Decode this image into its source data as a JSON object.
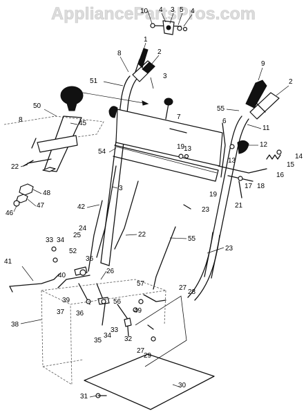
{
  "watermark": "AppliancePartsPros.com",
  "callouts": [
    {
      "id": "c10",
      "text": "10"
    },
    {
      "id": "c4a",
      "text": "4"
    },
    {
      "id": "c3a",
      "text": "3"
    },
    {
      "id": "c5",
      "text": "5"
    },
    {
      "id": "c4b",
      "text": "4"
    },
    {
      "id": "c1",
      "text": "1"
    },
    {
      "id": "c2a",
      "text": "2"
    },
    {
      "id": "c8a",
      "text": "8"
    },
    {
      "id": "c3b",
      "text": "3"
    },
    {
      "id": "c51",
      "text": "51"
    },
    {
      "id": "c9",
      "text": "9"
    },
    {
      "id": "c2b",
      "text": "2"
    },
    {
      "id": "c7",
      "text": "7"
    },
    {
      "id": "c55a",
      "text": "55"
    },
    {
      "id": "c6",
      "text": "6"
    },
    {
      "id": "c11",
      "text": "11"
    },
    {
      "id": "c50",
      "text": "50"
    },
    {
      "id": "c8b",
      "text": "8"
    },
    {
      "id": "c45",
      "text": "45"
    },
    {
      "id": "c54",
      "text": "54"
    },
    {
      "id": "c19a",
      "text": "19"
    },
    {
      "id": "c13a",
      "text": "13"
    },
    {
      "id": "c12",
      "text": "12"
    },
    {
      "id": "c14",
      "text": "14"
    },
    {
      "id": "c15",
      "text": "15"
    },
    {
      "id": "c13b",
      "text": "13"
    },
    {
      "id": "c16",
      "text": "16"
    },
    {
      "id": "c22a",
      "text": "22"
    },
    {
      "id": "c48",
      "text": "48"
    },
    {
      "id": "c19b",
      "text": "19"
    },
    {
      "id": "c17",
      "text": "17"
    },
    {
      "id": "c18",
      "text": "18"
    },
    {
      "id": "c47",
      "text": "47"
    },
    {
      "id": "c46",
      "text": "46"
    },
    {
      "id": "c3c",
      "text": "3"
    },
    {
      "id": "c21",
      "text": "21"
    },
    {
      "id": "c23a",
      "text": "23"
    },
    {
      "id": "c42",
      "text": "42"
    },
    {
      "id": "c24",
      "text": "24"
    },
    {
      "id": "c25",
      "text": "25"
    },
    {
      "id": "c22b",
      "text": "22"
    },
    {
      "id": "c55b",
      "text": "55"
    },
    {
      "id": "c23b",
      "text": "23"
    },
    {
      "id": "c33a",
      "text": "33"
    },
    {
      "id": "c34a",
      "text": "34"
    },
    {
      "id": "c52",
      "text": "52"
    },
    {
      "id": "c36a",
      "text": "36"
    },
    {
      "id": "c41",
      "text": "41"
    },
    {
      "id": "c40",
      "text": "40"
    },
    {
      "id": "c26",
      "text": "26"
    },
    {
      "id": "c39",
      "text": "39"
    },
    {
      "id": "c57",
      "text": "57"
    },
    {
      "id": "c27a",
      "text": "27"
    },
    {
      "id": "c28",
      "text": "28"
    },
    {
      "id": "c56",
      "text": "56"
    },
    {
      "id": "c37",
      "text": "37"
    },
    {
      "id": "c36b",
      "text": "36"
    },
    {
      "id": "c49",
      "text": "49"
    },
    {
      "id": "c38",
      "text": "38"
    },
    {
      "id": "c33b",
      "text": "33"
    },
    {
      "id": "c34b",
      "text": "34"
    },
    {
      "id": "c35",
      "text": "35"
    },
    {
      "id": "c32",
      "text": "32"
    },
    {
      "id": "c27b",
      "text": "27"
    },
    {
      "id": "c29",
      "text": "29"
    },
    {
      "id": "c30",
      "text": "30"
    },
    {
      "id": "c31",
      "text": "31"
    }
  ]
}
